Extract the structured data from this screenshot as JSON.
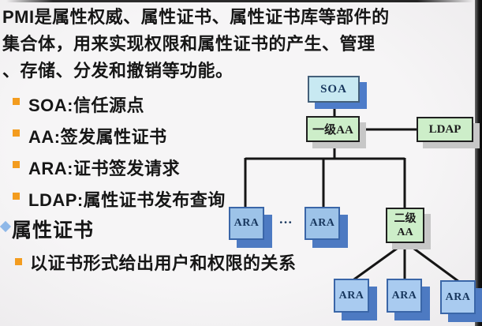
{
  "paragraph_lines": [
    "PMI是属性权威、属性证书、属性证书库等部件的",
    "集合体，用来实现权限和属性证书的产生、管理",
    "、存储、分发和撤销等功能。"
  ],
  "bullets": [
    "SOA:信任源点",
    "AA:签发属性证书",
    "ARA:证书签发请求",
    "LDAP:属性证书发布查询"
  ],
  "section_heading": "属性证书",
  "sub_bullet": "以证书形式给出用户和权限的关系",
  "diagram": {
    "soa": "SOA",
    "level1_aa": "一级AA",
    "ldap": "LDAP",
    "ara": "ARA",
    "ellipsis": "…",
    "level2_aa_line1": "二级",
    "level2_aa_line2": "AA"
  },
  "colors": {
    "bullet_orange": "#f39c1f",
    "text_black": "#161616",
    "box_cyan_fill": "#c8e9f2",
    "box_green_fill": "#cdeec9",
    "box_blue_fill": "#9dc3e8",
    "box_blue_light_fill": "#a9cbf0",
    "shadow_blue": "#4d7cc9",
    "shadow_gray": "#c7c7c7",
    "node_text_navy": "#17365d"
  }
}
